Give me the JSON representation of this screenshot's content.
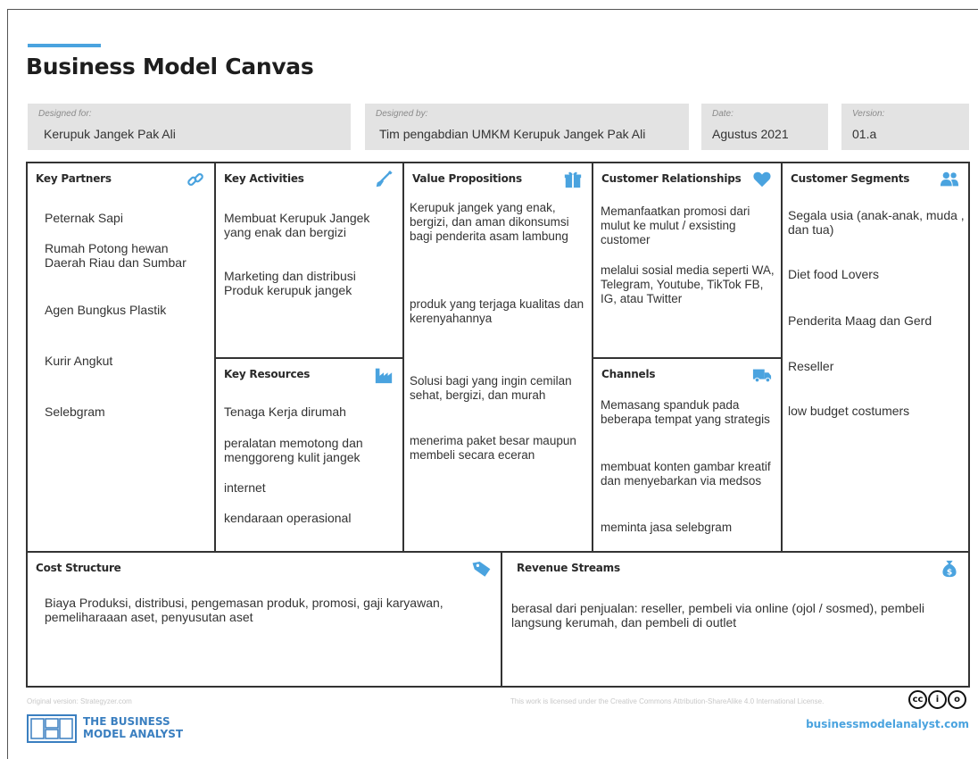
{
  "title": "Business Model Canvas",
  "meta": {
    "designed_for_label": "Designed for:",
    "designed_for": "Kerupuk Jangek Pak Ali",
    "designed_by_label": "Designed by:",
    "designed_by": "Tim pengabdian UMKM Kerupuk Jangek Pak Ali",
    "date_label": "Date:",
    "date": "Agustus 2021",
    "version_label": "Version:",
    "version": "01.a"
  },
  "key_partners": {
    "title": "Key Partners",
    "items": [
      "Peternak Sapi",
      "Rumah Potong hewan Daerah Riau dan Sumbar",
      "Agen Bungkus Plastik",
      "Kurir Angkut",
      "Selebgram"
    ]
  },
  "key_activities": {
    "title": "Key Activities",
    "items": [
      "Membuat Kerupuk Jangek yang enak dan bergizi",
      "Marketing dan distribusi Produk kerupuk jangek"
    ]
  },
  "key_resources": {
    "title": "Key Resources",
    "items": [
      "Tenaga Kerja dirumah",
      "peralatan memotong dan menggoreng kulit jangek",
      "internet",
      "kendaraan operasional"
    ]
  },
  "value_propositions": {
    "title": "Value Propositions",
    "items": [
      "Kerupuk jangek yang enak, bergizi, dan aman dikonsumsi bagi penderita asam lambung",
      "produk yang terjaga kualitas dan kerenyahannya",
      "Solusi bagi yang ingin cemilan sehat, bergizi, dan murah",
      "menerima paket besar maupun membeli secara eceran"
    ]
  },
  "customer_relationships": {
    "title": "Customer Relationships",
    "items": [
      "Memanfaatkan promosi dari mulut ke mulut / exsisting customer",
      "melalui sosial media seperti WA, Telegram, Youtube, TikTok FB, IG, atau Twitter"
    ]
  },
  "channels": {
    "title": "Channels",
    "items": [
      "Memasang spanduk pada beberapa tempat yang strategis",
      "membuat konten gambar kreatif dan menyebarkan via medsos",
      "meminta jasa selebgram"
    ]
  },
  "customer_segments": {
    "title": "Customer Segments",
    "items": [
      "Segala usia (anak-anak, muda , dan tua)",
      "Diet food Lovers",
      "Penderita Maag dan Gerd",
      "Reseller",
      "low budget costumers"
    ]
  },
  "cost_structure": {
    "title": "Cost Structure",
    "text": "Biaya Produksi, distribusi, pengemasan produk, promosi, gaji karyawan, pemeliharaaan aset, penyusutan aset"
  },
  "revenue_streams": {
    "title": "Revenue Streams",
    "text": "berasal dari penjualan: reseller, pembeli via online (ojol / sosmed), pembeli langsung kerumah, dan pembeli di outlet"
  },
  "footer": {
    "original": "Original version: Strategyzer.com",
    "license": "This work is licensed under the Creative Commons Attribution-ShareAlike 4.0 International License.",
    "brand_line1": "THE BUSINESS",
    "brand_line2": "MODEL ANALYST",
    "site": "businessmodelanalyst.com",
    "cc": [
      "cc",
      "i",
      "o"
    ]
  },
  "colors": {
    "accent": "#4aa3df",
    "border": "#333333",
    "meta_bg": "#e3e3e3"
  },
  "icons": [
    "link-icon",
    "shovel-icon",
    "gift-icon",
    "heart-icon",
    "users-icon",
    "factory-icon",
    "truck-icon",
    "tag-icon",
    "money-bag-icon"
  ]
}
